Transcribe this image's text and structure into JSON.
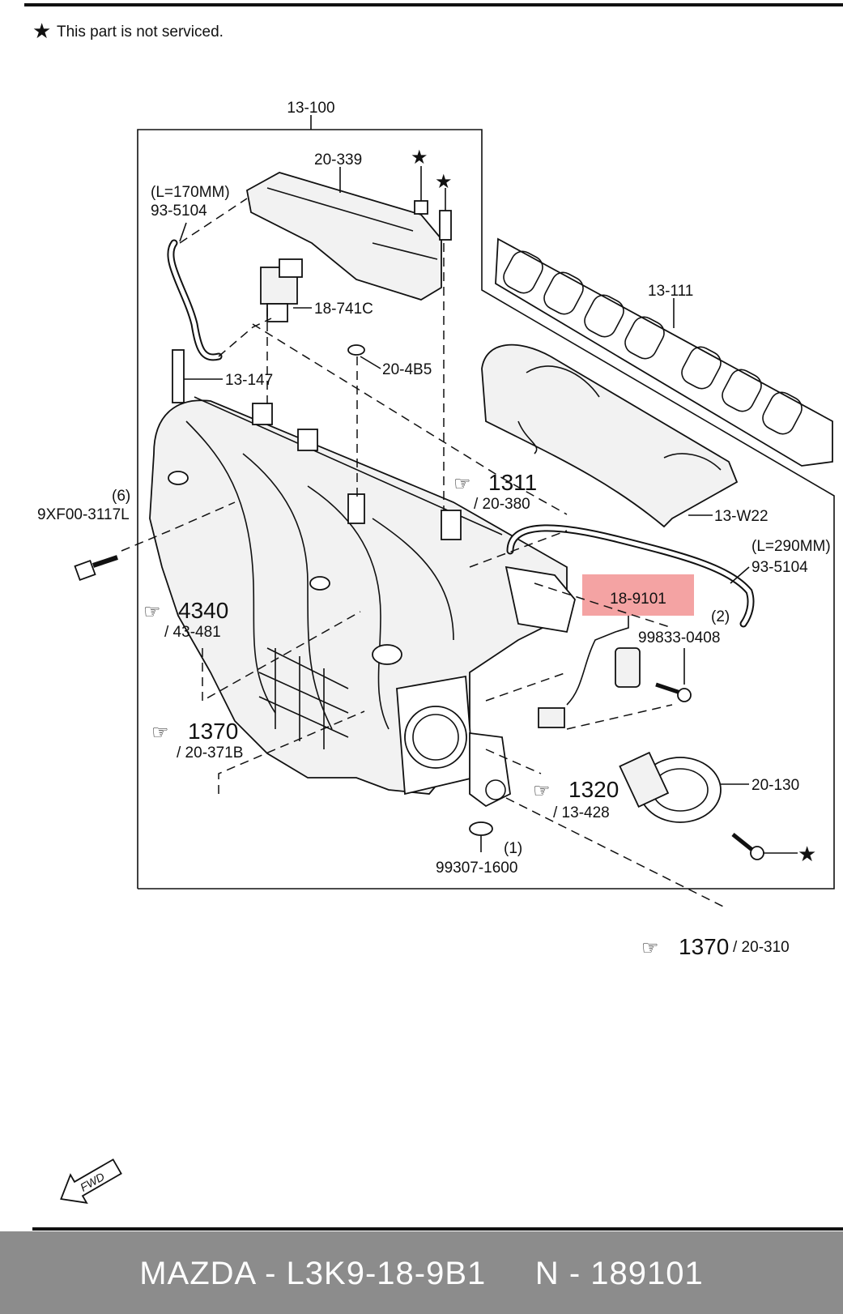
{
  "note": {
    "text": "This part is not serviced."
  },
  "labels": {
    "assembly": "13-100",
    "cover": "20-339",
    "hose_top_length": "(L=170MM)",
    "hose_top": "93-5104",
    "solenoid": "18-741C",
    "gasket_upper": "20-4B5",
    "stud": "13-147",
    "bolt_qty": "(6)",
    "bolt": "9XF00-3117L",
    "manifold_gasket": "13-111",
    "insulator": "13-W22",
    "hose_right_length": "(L=290MM)",
    "hose_right": "93-5104",
    "sensor": "18-9101",
    "screw_qty": "(2)",
    "screw": "99833-0408",
    "valve": "20-130",
    "oring_qty": "(1)",
    "oring": "99307-1600",
    "ref_1311_num": "1311",
    "ref_1311_sub": "/ 20-380",
    "ref_4340_num": "4340",
    "ref_4340_sub": "/ 43-481",
    "ref_1370a_num": "1370",
    "ref_1370a_sub": "/ 20-371B",
    "ref_1320_num": "1320",
    "ref_1320_sub": "/ 13-428",
    "ref_1370b_num": "1370",
    "ref_1370b_sub": "/ 20-310",
    "fwd": "FWD"
  },
  "colors": {
    "highlight": "#f4a3a3",
    "footer_bg": "#8c8c8c",
    "footer_text": "#ffffff"
  },
  "footer": {
    "text": "MAZDA - L3K9-18-9B1     N - 189101"
  }
}
